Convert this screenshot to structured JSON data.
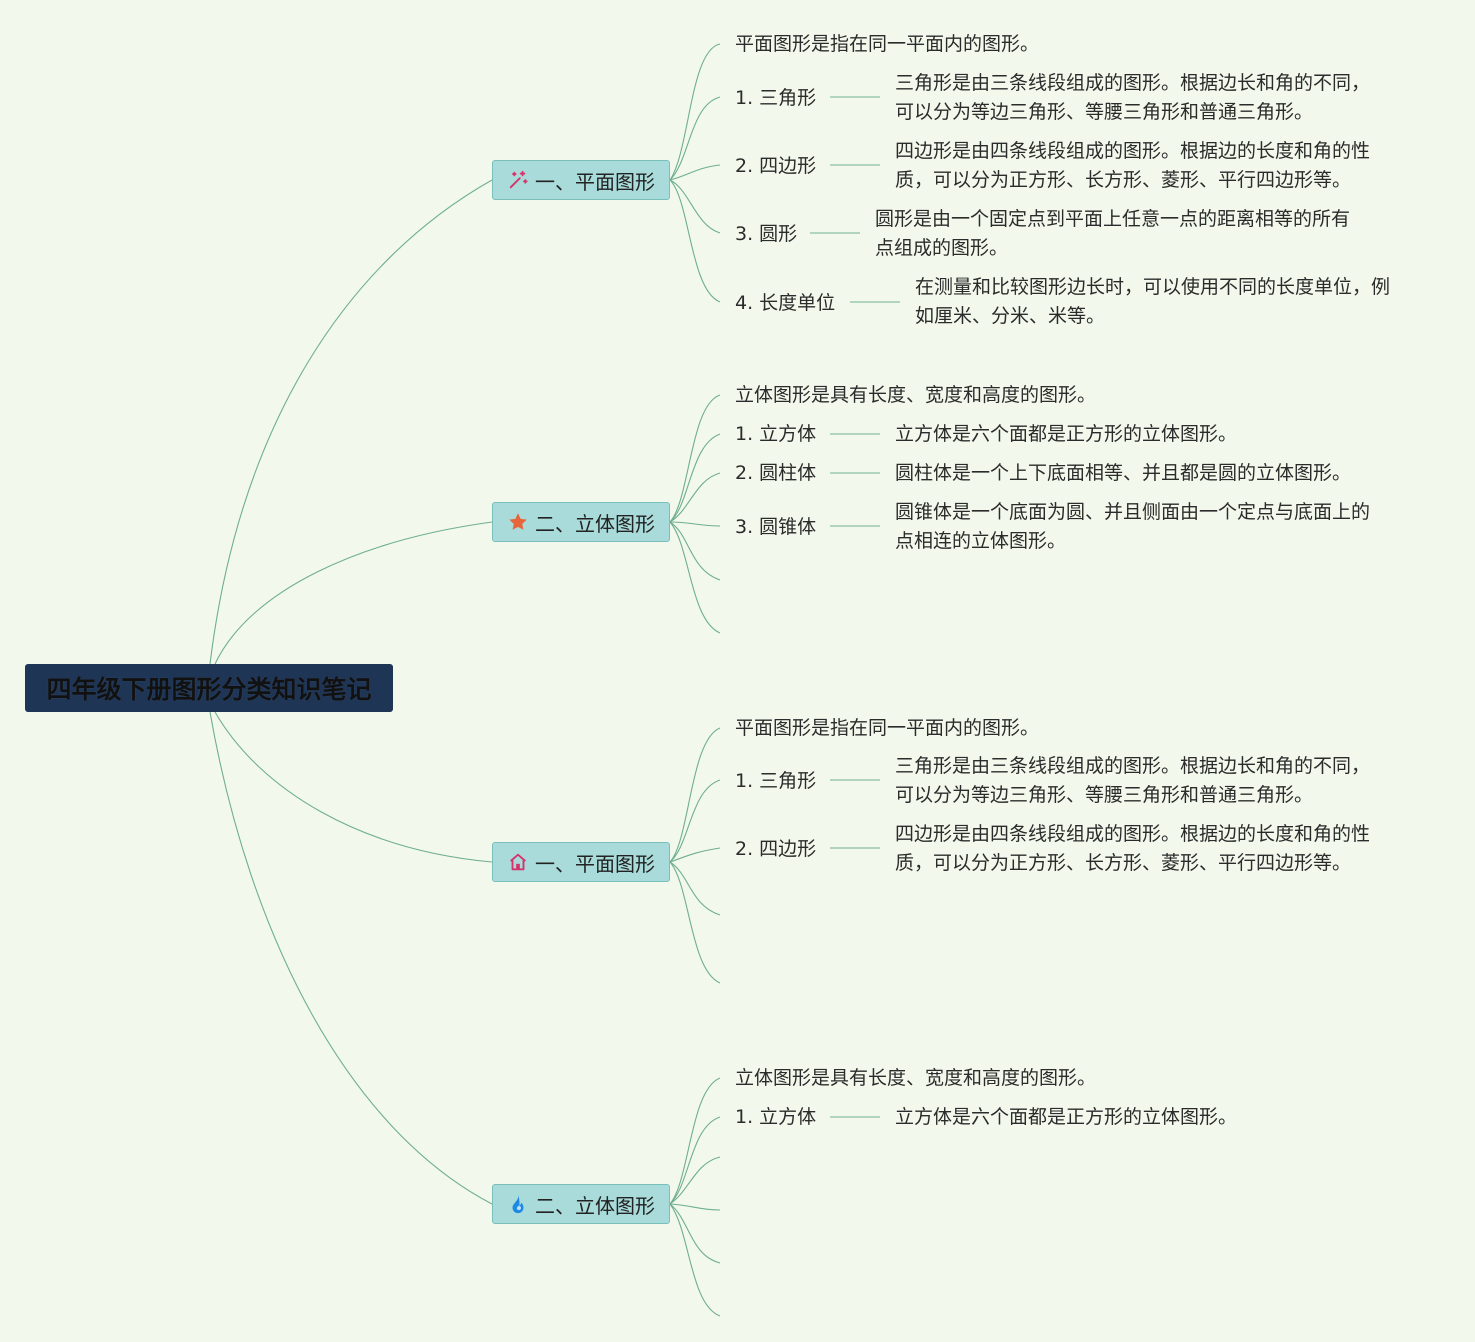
{
  "root": {
    "title": "四年级下册图形分类知识笔记"
  },
  "branches": [
    {
      "label": "一、平面图形",
      "icon": "magic-wand-icon",
      "intro": "平面图形是指在同一平面内的图形。",
      "items": [
        {
          "label": "1. 三角形",
          "desc1": "三角形是由三条线段组成的图形。根据边长和角的不同，",
          "desc2": "可以分为等边三角形、等腰三角形和普通三角形。"
        },
        {
          "label": "2. 四边形",
          "desc1": "四边形是由四条线段组成的图形。根据边的长度和角的性",
          "desc2": "质，可以分为正方形、长方形、菱形、平行四边形等。"
        },
        {
          "label": "3. 圆形",
          "desc1": "圆形是由一个固定点到平面上任意一点的距离相等的所有",
          "desc2": "点组成的图形。"
        },
        {
          "label": "4. 长度单位",
          "desc1": "在测量和比较图形边长时，可以使用不同的长度单位，例",
          "desc2": "如厘米、分米、米等。"
        }
      ]
    },
    {
      "label": "二、立体图形",
      "icon": "star-icon",
      "intro": "立体图形是具有长度、宽度和高度的图形。",
      "items": [
        {
          "label": "1. 立方体",
          "desc1": "立方体是六个面都是正方形的立体图形。"
        },
        {
          "label": "2. 圆柱体",
          "desc1": "圆柱体是一个上下底面相等、并且都是圆的立体图形。"
        },
        {
          "label": "3. 圆锥体",
          "desc1": "圆锥体是一个底面为圆、并且侧面由一个定点与底面上的",
          "desc2": "点相连的立体图形。"
        }
      ]
    },
    {
      "label": "一、平面图形",
      "icon": "home-icon",
      "intro": "平面图形是指在同一平面内的图形。",
      "items": [
        {
          "label": "1. 三角形",
          "desc1": "三角形是由三条线段组成的图形。根据边长和角的不同，",
          "desc2": "可以分为等边三角形、等腰三角形和普通三角形。"
        },
        {
          "label": "2. 四边形",
          "desc1": "四边形是由四条线段组成的图形。根据边的长度和角的性",
          "desc2": "质，可以分为正方形、长方形、菱形、平行四边形等。"
        }
      ]
    },
    {
      "label": "二、立体图形",
      "icon": "flame-icon",
      "intro": "立体图形是具有长度、宽度和高度的图形。",
      "items": [
        {
          "label": "1. 立方体",
          "desc1": "立方体是六个面都是正方形的立体图形。"
        }
      ]
    }
  ],
  "colors": {
    "background": "#f2f9ec",
    "root": "#1e3556",
    "branch": "#a8dbd9",
    "line": "#6fae8f",
    "wand": "#d6336c",
    "star": "#e8653a",
    "home": "#d6336c",
    "flame": "#1e88e5"
  }
}
